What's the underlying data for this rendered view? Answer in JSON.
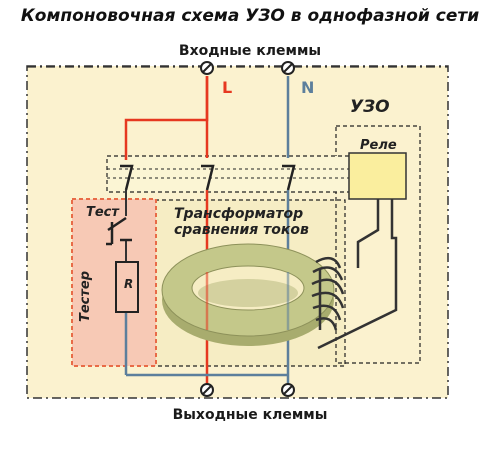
{
  "title": "Компоновочная схема УЗО в однофазной сети",
  "input_terminals_label": "Входные клеммы",
  "output_terminals_label": "Выходные клеммы",
  "phase_label": "L",
  "neutral_label": "N",
  "device_label": "УЗО",
  "relay_label": "Реле",
  "test_label": "Тест",
  "tester_label": "Тестер",
  "resistor_label": "R",
  "transformer_label_line1": "Трансформатор",
  "transformer_label_line2": "сравнения токов",
  "colors": {
    "housing_fill": "#fbf2cf",
    "phase_wire": "#e63820",
    "neutral_wire": "#5c7f9c",
    "tester_fill": "#f7c9b5",
    "tester_border": "#e86b47",
    "relay_fill": "#faee9e",
    "core": "#c4c88a"
  },
  "icons": [
    "terminal-screw-icon",
    "switch-contact-icon",
    "test-button-icon",
    "resistor-icon",
    "relay-coil-icon"
  ]
}
